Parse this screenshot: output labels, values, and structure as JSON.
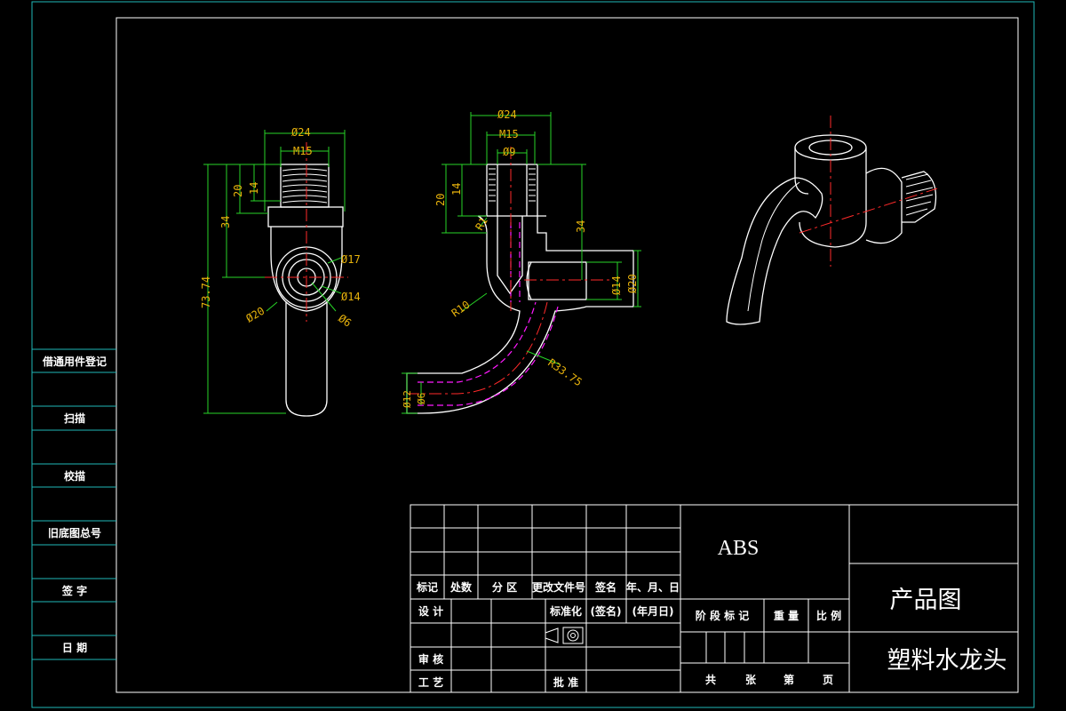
{
  "colors": {
    "background": "#000000",
    "outline": "#ffffff",
    "dimension_lines": "#27d427",
    "dimension_text": "#e8b30c",
    "center_lines": "#ff2a2a",
    "hidden_lines": "#ff19ff",
    "outer_frame": "#1fb8b8"
  },
  "side_column": {
    "rows": [
      "借通用件登记",
      "扫描",
      "校描",
      "旧底图总号",
      "签  字",
      "日  期"
    ]
  },
  "front_view": {
    "dims": {
      "d24": "Ø24",
      "m15": "M15",
      "v20": "20",
      "v14": "14",
      "v34": "34",
      "v7374": "73.74",
      "d17": "Ø17",
      "d14": "Ø14",
      "d6": "Ø6",
      "d20": "Ø20"
    }
  },
  "section_view": {
    "dims": {
      "d24": "Ø24",
      "m15": "M15",
      "d9": "Ø9",
      "v20": "20",
      "v14": "14",
      "r1": "R1",
      "v34": "34",
      "d14": "Ø14",
      "d20": "Ø20",
      "r10": "R10",
      "r3375": "R33.75",
      "d12": "Ø12",
      "d6": "Ø6"
    }
  },
  "title_block": {
    "material": "ABS",
    "header_row": [
      "标记",
      "处数",
      "分 区",
      "更改文件号",
      "签名",
      "年、月、日"
    ],
    "design": "设 计",
    "standardize": "标准化",
    "sign_paren": "(签名)",
    "date_paren": "(年月日)",
    "stage_mark": "阶 段 标 记",
    "weight": "重 量",
    "scale": "比 例",
    "review": "审 核",
    "process": "工 艺",
    "approve": "批 准",
    "sheets_total": "共",
    "sheets_zhang": "张",
    "sheets_no": "第",
    "sheets_page": "页",
    "drawing_type": "产品图",
    "part_name": "塑料水龙头"
  }
}
